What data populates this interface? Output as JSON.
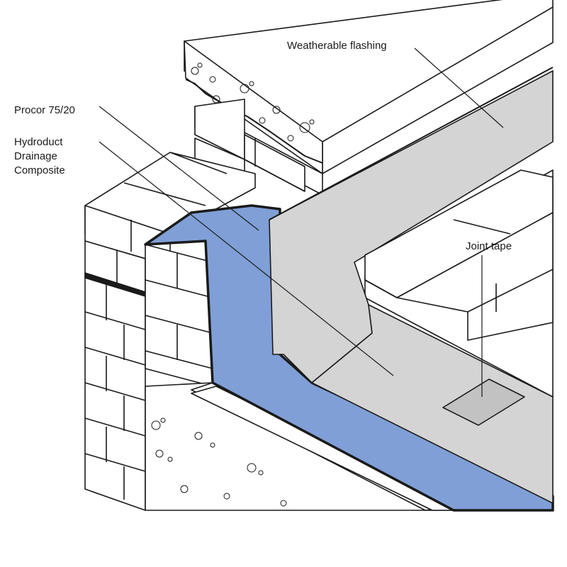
{
  "labels": {
    "weatherable_flashing": "Weatherable flashing",
    "procor": "Procor 75/20",
    "hydroduct_line1": "Hydroduct",
    "hydroduct_line2": "Drainage",
    "hydroduct_line3": "Composite",
    "joint_tape": "Joint tape"
  },
  "colors": {
    "membrane_blue": "#7f9fd6",
    "flashing_grey": "#d4d4d4",
    "line": "#1a1a1a",
    "background": "#ffffff"
  }
}
